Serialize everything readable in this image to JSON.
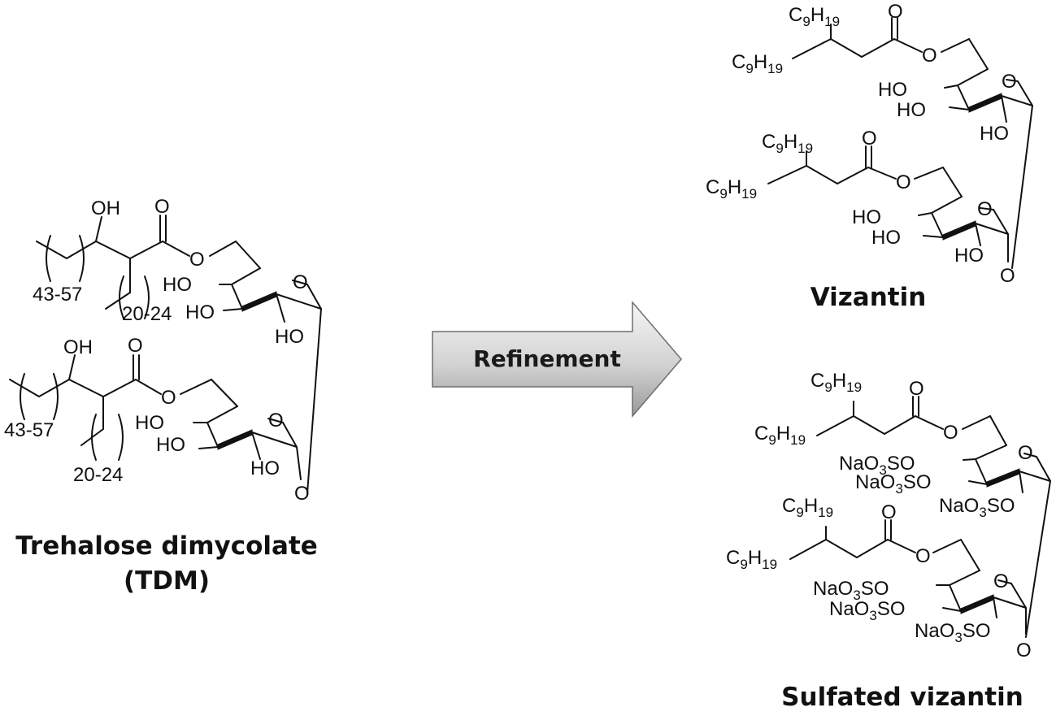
{
  "labels": {
    "tdm_name_line1": "Trehalose dimycolate",
    "tdm_name_line2": "(TDM)",
    "arrow": "Refinement",
    "vizantin": "Vizantin",
    "sulfated_vizantin": "Sulfated vizantin"
  },
  "atoms": {
    "oh": "OH",
    "ho": "HO",
    "o": "O",
    "alkyl": "C9H19",
    "alkyl_base": "C",
    "alkyl_c_sub": "9",
    "alkyl_h": "H",
    "alkyl_h_sub": "19",
    "sulfate_na": "NaO",
    "sulfate_sub": "3",
    "sulfate_so": "SO"
  },
  "chain_lengths": {
    "mero_range": "43-57",
    "alpha_branch_range": "20-24"
  },
  "colors": {
    "bond": "#111111",
    "arrow_fill_light": "#f4f4f4",
    "arrow_fill_dark": "#9a9a9a",
    "arrow_stroke": "#6e6e6e"
  }
}
